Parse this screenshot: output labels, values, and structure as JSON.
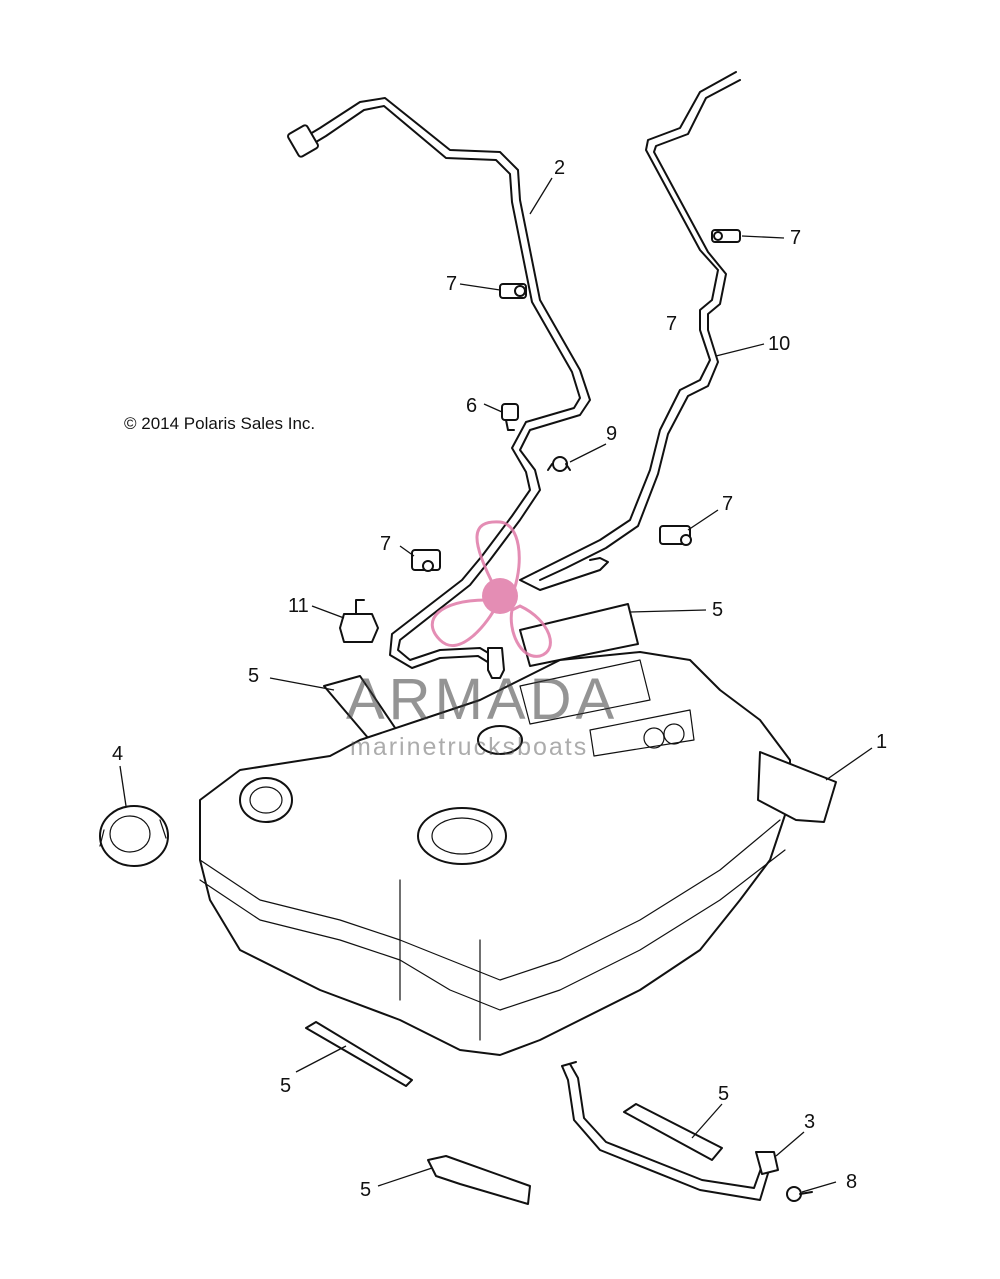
{
  "copyright": "© 2014 Polaris Sales Inc.",
  "watermark": {
    "brand": "ARMADA",
    "tagline": "marinetrucksboats",
    "color": "#e07aa8"
  },
  "callouts": {
    "c1": "1",
    "c2": "2",
    "c3": "3",
    "c4": "4",
    "c5a": "5",
    "c5b": "5",
    "c5c": "5",
    "c5d": "5",
    "c5e": "5",
    "c6": "6",
    "c7a": "7",
    "c7b": "7",
    "c7c": "7",
    "c7d": "7",
    "c7e": "7",
    "c8": "8",
    "c9": "9",
    "c10": "10",
    "c11": "11"
  },
  "icons": [
    "fuel-tank",
    "fuel-line",
    "vent-line",
    "fuel-cap",
    "tank-bracket",
    "hose-clip",
    "fuel-filter",
    "bolt",
    "pad-strip"
  ]
}
